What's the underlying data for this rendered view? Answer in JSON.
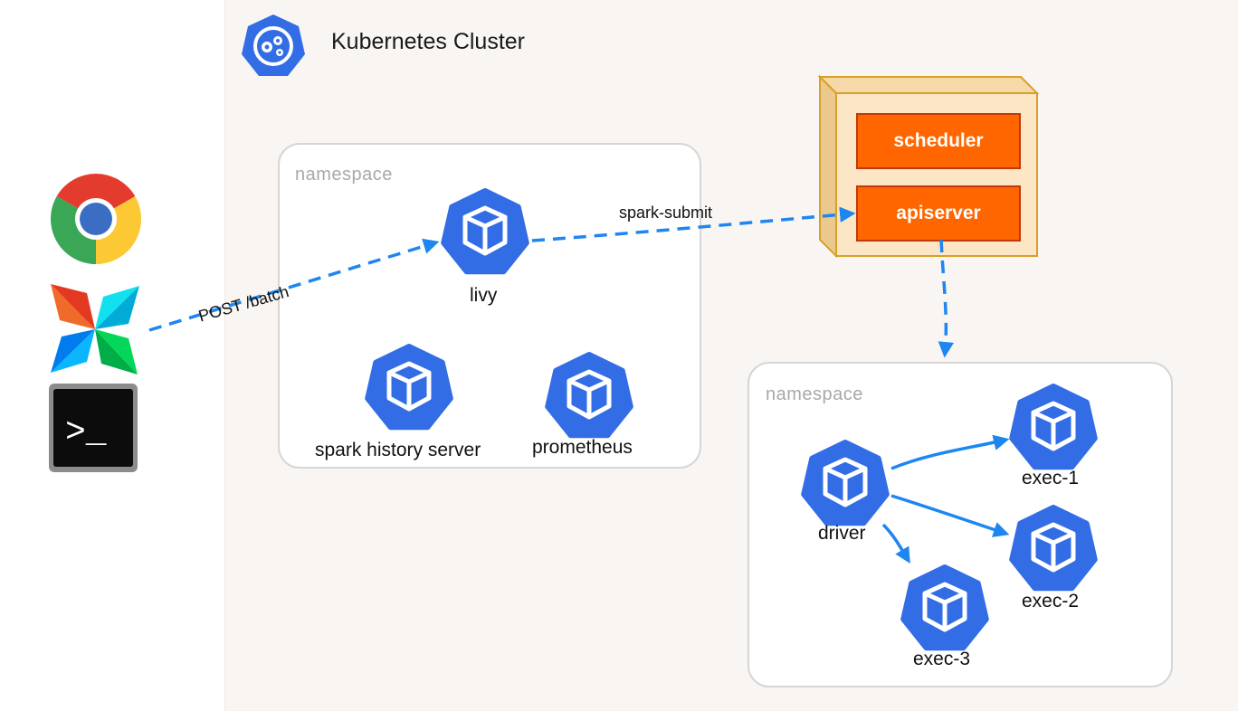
{
  "cluster": {
    "title": "Kubernetes Cluster",
    "icon": "kubernetes-wheel-icon"
  },
  "clients": [
    {
      "name": "chrome",
      "icon": "chrome-icon"
    },
    {
      "name": "airflow",
      "icon": "airflow-pinwheel-icon"
    },
    {
      "name": "terminal",
      "icon": "terminal-icon",
      "glyph": ">_"
    }
  ],
  "namespace_a": {
    "label": "namespace",
    "pods": [
      {
        "id": "livy",
        "label": "livy"
      },
      {
        "id": "spark-history",
        "label": "spark history server"
      },
      {
        "id": "prometheus",
        "label": "prometheus"
      }
    ]
  },
  "control_plane": {
    "scheduler_label": "scheduler",
    "apiserver_label": "apiserver"
  },
  "namespace_b": {
    "label": "namespace",
    "pods": [
      {
        "id": "driver",
        "label": "driver"
      },
      {
        "id": "exec-1",
        "label": "exec-1"
      },
      {
        "id": "exec-2",
        "label": "exec-2"
      },
      {
        "id": "exec-3",
        "label": "exec-3"
      }
    ]
  },
  "edges": {
    "post_batch": "POST /batch",
    "spark_submit": "spark-submit"
  },
  "colors": {
    "pod_blue": "#326de6",
    "arrow_blue": "#1e86f0",
    "orange": "#ff6600",
    "node_fill": "#fbe4c2",
    "node_border": "#d9a026"
  }
}
